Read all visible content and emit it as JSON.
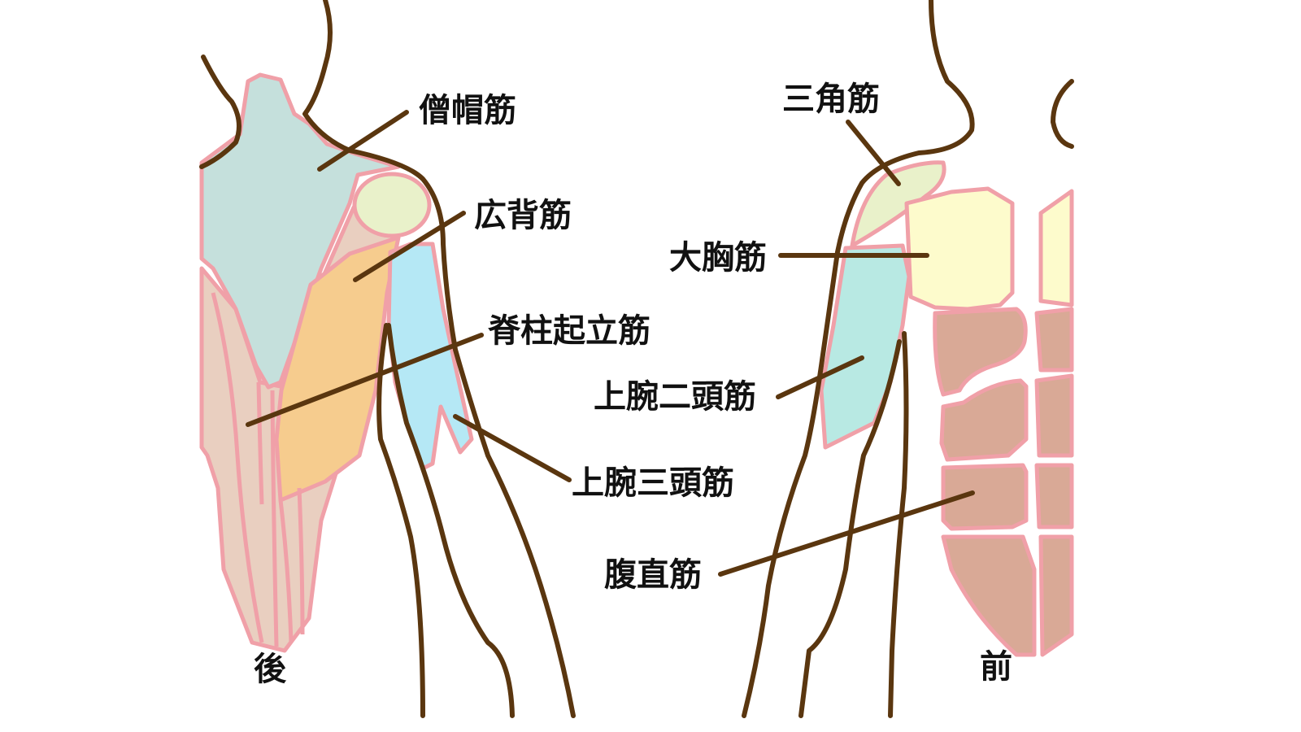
{
  "back_view": {
    "caption": "後",
    "labels": {
      "trapezius": "僧帽筋",
      "latissimus": "広背筋",
      "erector": "脊柱起立筋",
      "triceps": "上腕三頭筋"
    }
  },
  "front_view": {
    "caption": "前",
    "labels": {
      "deltoid": "三角筋",
      "pectoralis": "大胸筋",
      "biceps": "上腕二頭筋",
      "abdominis": "腹直筋"
    }
  },
  "colors": {
    "outline": "#5a360f",
    "muscle_border": "#f0a0a8",
    "trapezius": "#c5e0dc",
    "erector": "#e9cfc0",
    "latissimus": "#f6cc8e",
    "deltoid": "#e9f1ca",
    "triceps": "#b5e8f5",
    "pectoralis": "#fdfbcc",
    "biceps": "#b8e9e3",
    "abdominis": "#d9a996"
  }
}
